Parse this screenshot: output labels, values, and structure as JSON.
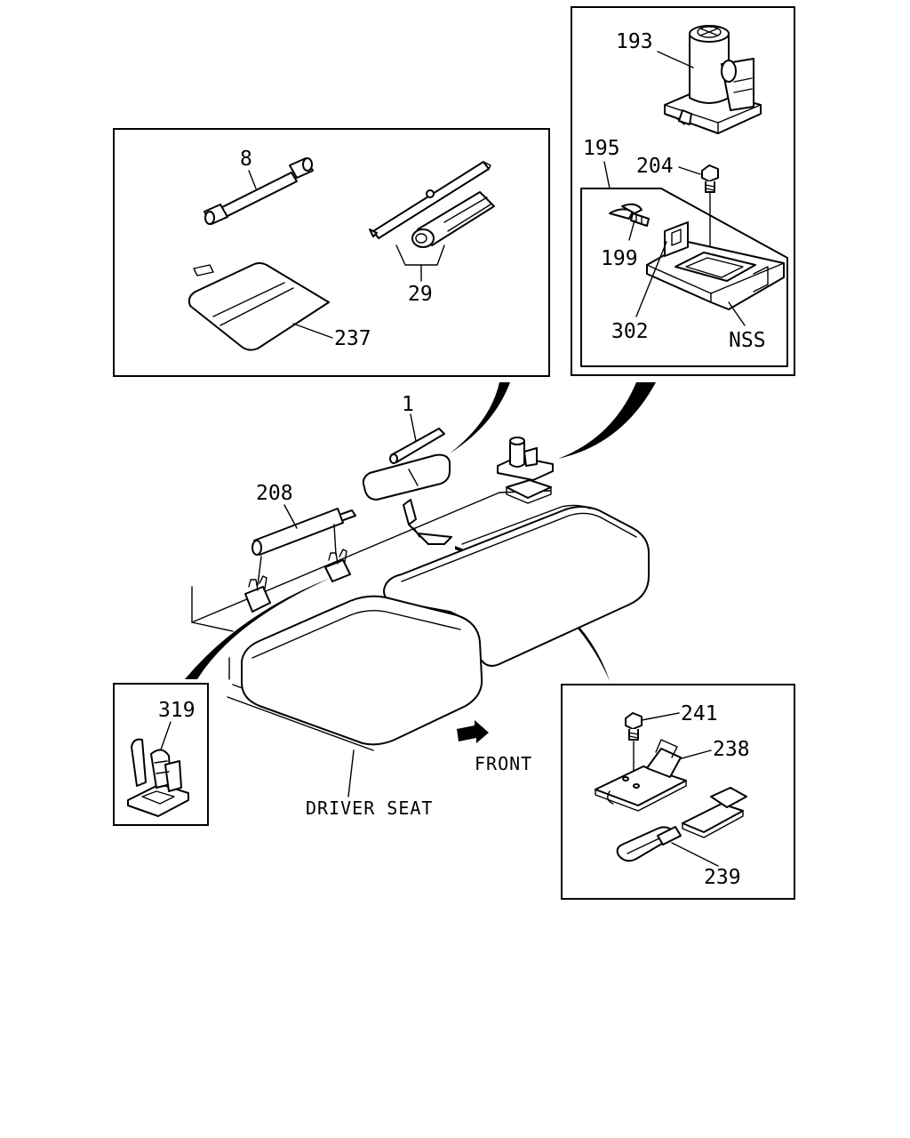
{
  "labels": {
    "p193": "193",
    "p195": "195",
    "p204": "204",
    "p199": "199",
    "p302": "302",
    "nss": "NSS",
    "p8": "8",
    "p29": "29",
    "p237": "237",
    "p1": "1",
    "p208": "208",
    "p319": "319",
    "p241": "241",
    "p238": "238",
    "p239": "239",
    "front": "FRONT",
    "driver_seat": "DRIVER SEAT"
  }
}
